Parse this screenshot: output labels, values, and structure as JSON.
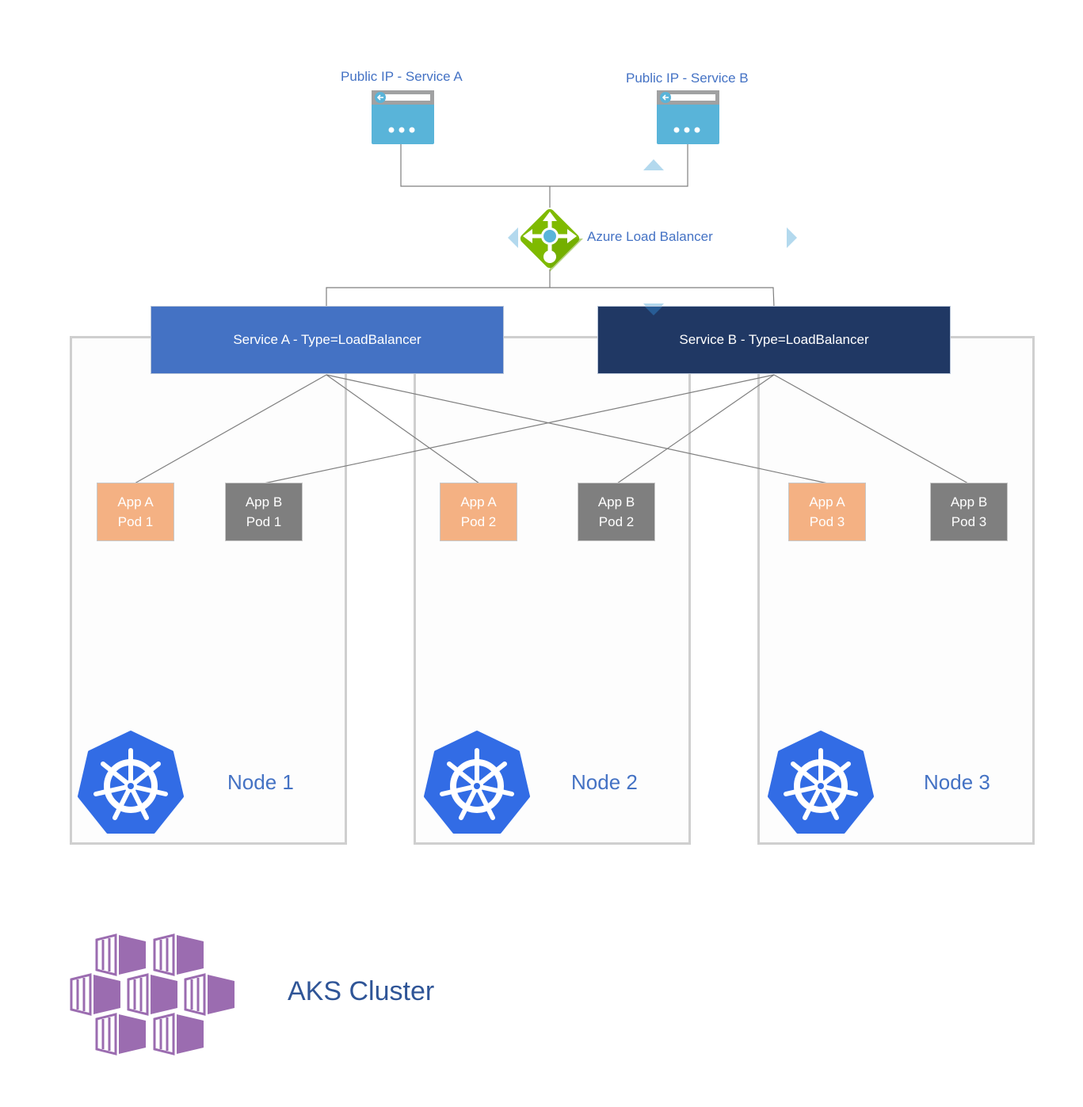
{
  "public_ips": [
    {
      "label": "Public IP - Service A",
      "icon": "public-ip-icon"
    },
    {
      "label": "Public IP - Service B",
      "icon": "public-ip-icon"
    }
  ],
  "load_balancer": {
    "label": "Azure Load Balancer",
    "icon": "load-balancer-icon"
  },
  "services": [
    {
      "label": "Service A - Type=LoadBalancer",
      "color": "#4472c4"
    },
    {
      "label": "Service B  - Type=LoadBalancer",
      "color": "#203864"
    }
  ],
  "nodes": [
    {
      "label": "Node 1",
      "icon": "kubernetes-icon",
      "pods": [
        {
          "app": "App A",
          "pod": "Pod 1",
          "type": "a"
        },
        {
          "app": "App B",
          "pod": "Pod 1",
          "type": "b"
        }
      ]
    },
    {
      "label": "Node 2",
      "icon": "kubernetes-icon",
      "pods": [
        {
          "app": "App A",
          "pod": "Pod 2",
          "type": "a"
        },
        {
          "app": "App B",
          "pod": "Pod 2",
          "type": "b"
        }
      ]
    },
    {
      "label": "Node 3",
      "icon": "kubernetes-icon",
      "pods": [
        {
          "app": "App A",
          "pod": "Pod 3",
          "type": "a"
        },
        {
          "app": "App B",
          "pod": "Pod 3",
          "type": "b"
        }
      ]
    }
  ],
  "cluster": {
    "label": "AKS Cluster",
    "icon": "aks-cluster-icon"
  },
  "colors": {
    "app_a_pod": "#f4b183",
    "app_b_pod": "#7f7f7f",
    "text_blue": "#4472c4",
    "k8s_blue": "#326ce5",
    "lb_green": "#7fba00",
    "ip_blue": "#59b4d9",
    "aks_purple": "#9b6cb0"
  }
}
